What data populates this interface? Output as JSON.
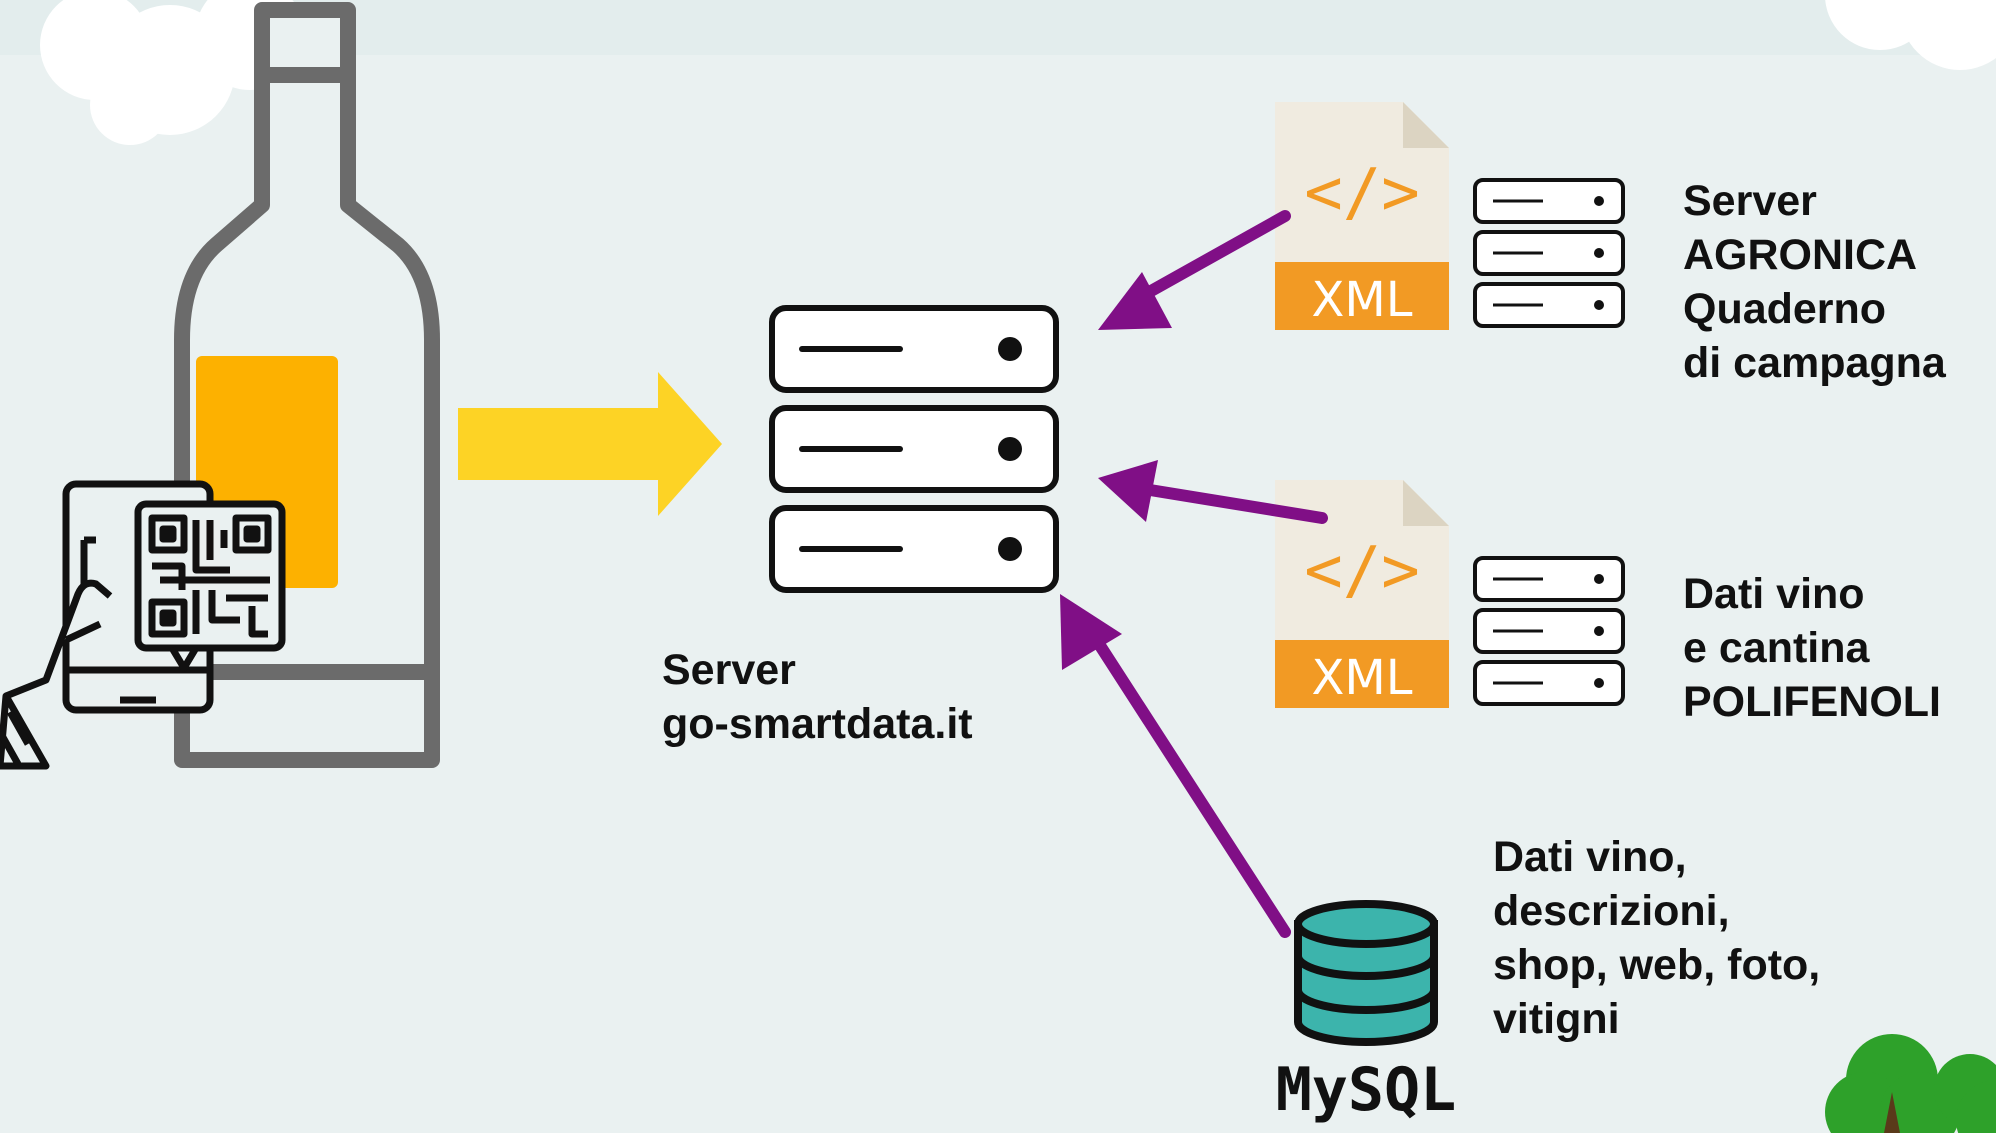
{
  "colors": {
    "background": "#eaf1f1",
    "arrow_primary": "#fdd325",
    "arrow_secondary": "#800f86",
    "bottle_stroke": "#6b6b6b",
    "bottle_label": "#fdb100",
    "xml_file": "#f0ebe0",
    "xml_band": "#f29a24",
    "database_fill": "#3cb4ac",
    "tree": "#2ea12a"
  },
  "icons": {
    "bottle": "wine-bottle-icon",
    "phone": "phone-qr-scan-icon",
    "server": "server-rack-icon",
    "xml": "xml-file-icon",
    "database": "mysql-database-icon",
    "tree": "tree-icon",
    "cloud": "cloud-icon"
  },
  "nodes": {
    "main_server": {
      "lines": [
        "Server",
        "go-smartdata.it"
      ]
    },
    "agronica": {
      "file_tag": "XML",
      "code_glyph": "</>",
      "lines": [
        "Server",
        "AGRONICA",
        "Quaderno",
        "di campagna"
      ]
    },
    "polifenoli": {
      "file_tag": "XML",
      "code_glyph": "</>",
      "lines": [
        "Dati vino",
        "e cantina",
        "POLIFENOLI"
      ]
    },
    "mysql": {
      "logo_text": "MySQL",
      "lines": [
        "Dati vino,",
        "descrizioni,",
        "shop, web, foto,",
        "vitigni"
      ]
    }
  }
}
